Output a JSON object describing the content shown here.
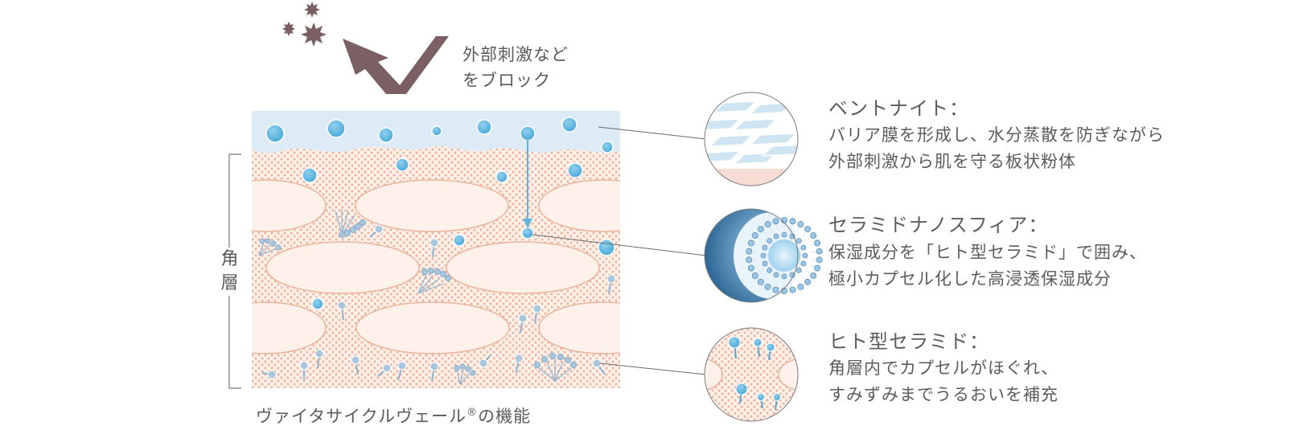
{
  "block_text": {
    "line1": "外部刺激など",
    "line2": "をブロック"
  },
  "side_label": {
    "line1": "角",
    "line2": "層"
  },
  "caption": {
    "text": "ヴァイタサイクルヴェール",
    "mark": "®",
    "suffix": "の機能"
  },
  "callouts": [
    {
      "title": "ベントナイト：",
      "lines": [
        "バリア膜を形成し、水分蒸散を防ぎながら",
        "外部刺激から肌を守る板状粉体"
      ]
    },
    {
      "title": "セラミドナノスフィア：",
      "lines": [
        "保湿成分を「ヒト型セラミド」で囲み、",
        "極小カプセル化した高浸透保湿成分"
      ]
    },
    {
      "title": "ヒト型セラミド：",
      "lines": [
        "角層内でカプセルがほぐれ、",
        "すみずみまでうるおいを補充"
      ]
    }
  ],
  "colors": {
    "arrow": "#7a5f63",
    "barrier": "#dcebf5",
    "skin_dot": "#ecb9a2",
    "skin_bg": "#fdf1ea",
    "cell_stroke": "#eab49e",
    "droplet": "#5fb4dd",
    "ceramide": "#8fb3cf"
  }
}
